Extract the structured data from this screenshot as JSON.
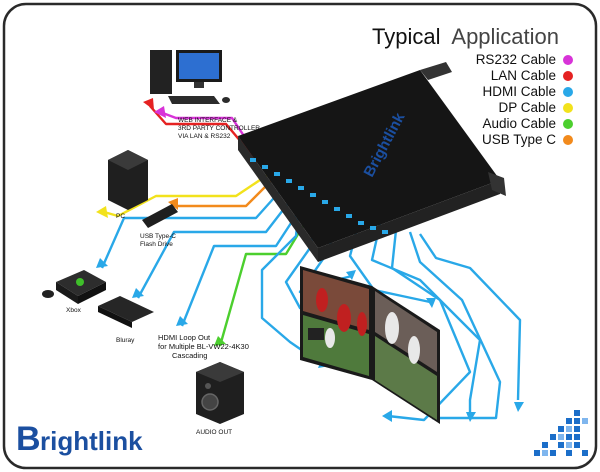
{
  "title": {
    "part1": "Typical",
    "part2": "Application"
  },
  "legend": [
    {
      "label": "RS232 Cable",
      "color": "#d833d8"
    },
    {
      "label": "LAN Cable",
      "color": "#e52222"
    },
    {
      "label": "HDMI Cable",
      "color": "#29a8e8"
    },
    {
      "label": "DP Cable",
      "color": "#f2e21c"
    },
    {
      "label": "Audio Cable",
      "color": "#4ccf2e"
    },
    {
      "label": "USB Type C",
      "color": "#f28a1c"
    }
  ],
  "device": {
    "brand_on_unit": "Brightlink"
  },
  "labels": {
    "controller_line1": "WEB INTERFACE &",
    "controller_line2": "3RD PARTY CONTROLLER",
    "controller_line3": "VIA LAN & RS232",
    "pc": "PC",
    "usb_line1": "USB Type-C",
    "usb_line2": "Flash Drive",
    "xbox": "Xbox",
    "bluray": "Bluray",
    "loop_line1": "HDMI Loop Out",
    "loop_line2": "for Multiple BL-VW22-4K30",
    "loop_line3": "Cascading",
    "audio_out": "AUDIO OUT"
  },
  "logo": {
    "text": "rightlink",
    "initial": "B"
  },
  "colors": {
    "rs232": "#d833d8",
    "lan": "#e52222",
    "hdmi": "#29a8e8",
    "dp": "#f2e21c",
    "audio": "#4ccf2e",
    "usb": "#f28a1c",
    "brand_blue": "#1b4fa0"
  }
}
